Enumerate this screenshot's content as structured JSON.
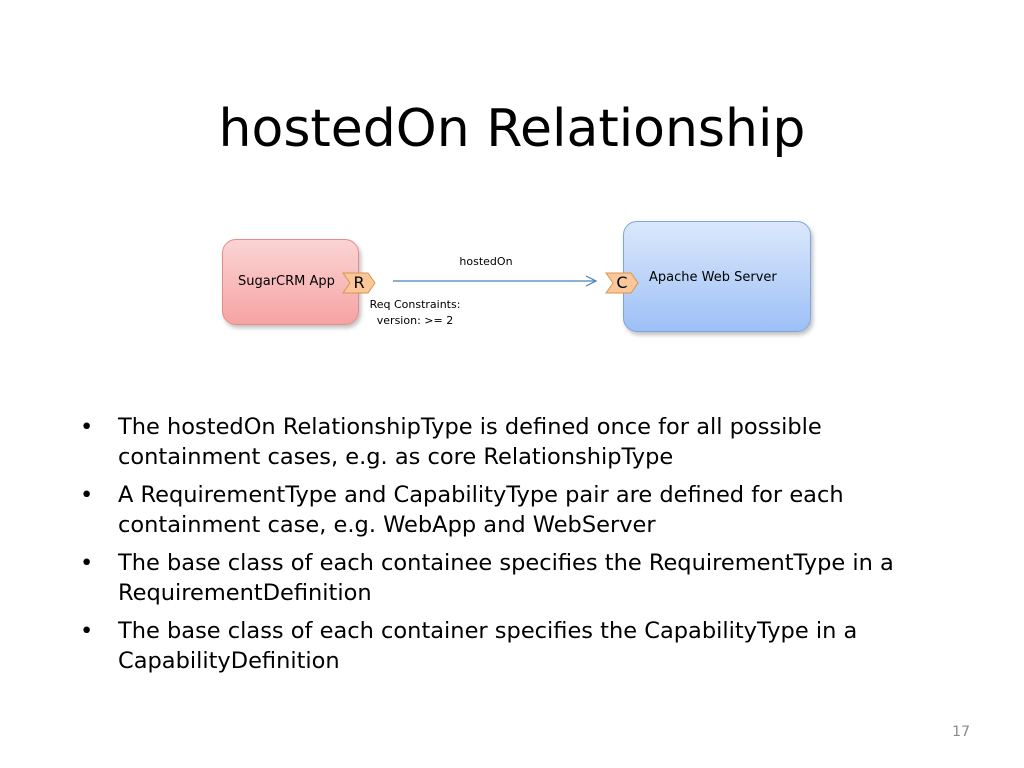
{
  "slide": {
    "title": "hostedOn Relationship",
    "page_number": "17"
  },
  "diagram": {
    "source_node": "SugarCRM App",
    "target_node": "Apache Web Server",
    "requirement_port": "R",
    "capability_port": "C",
    "relationship_label": "hostedOn",
    "constraints_line1": "Req Constraints:",
    "constraints_line2": "version: >= 2",
    "colors": {
      "source_fill": "#f6a3a3",
      "target_fill": "#9dc0f6",
      "port_fill": "#f9c79a",
      "arrow": "#4a7ebb"
    }
  },
  "bullets": [
    "The hostedOn RelationshipType is defined once for all possible containment cases, e.g. as core RelationshipType",
    "A RequirementType and CapabilityType pair are defined for each containment case, e.g. WebApp and WebServer",
    "The base class of each containee specifies the RequirementType in a RequirementDefinition",
    "The base class of each container specifies the CapabilityType in a CapabilityDefinition"
  ]
}
